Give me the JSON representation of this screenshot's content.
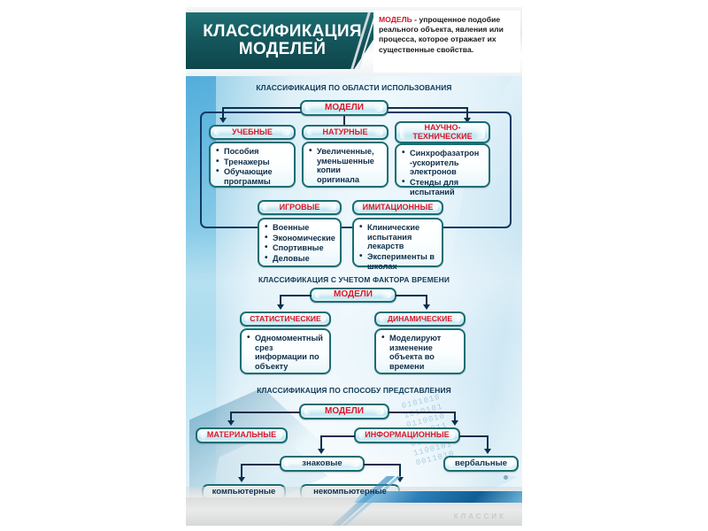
{
  "title": {
    "line1": "КЛАССИФИКАЦИЯ",
    "line2": "МОДЕЛЕЙ"
  },
  "definition": {
    "term": "МОДЕЛЬ",
    "dash": " - ",
    "text": "упрощенное подобие реального объекта, явления или процесса, которое отражает их существенные свойства."
  },
  "colors": {
    "banner": "#14565c",
    "accent_red": "#d7182a",
    "navy": "#103a57",
    "box_border": "#1b6d74",
    "frame_border": "#123a66",
    "connector": "#0d2f4e"
  },
  "sections": [
    {
      "heading": "КЛАССИФИКАЦИЯ ПО ОБЛАСТИ ИСПОЛЬЗОВАНИЯ",
      "root": "МОДЕЛИ",
      "nodes": [
        {
          "title": "УЧЕБНЫЕ",
          "items": [
            "Пособия",
            "Тренажеры",
            "Обучающие программы"
          ]
        },
        {
          "title": "НАТУРНЫЕ",
          "items": [
            "Увеличенные, уменьшенные копии оригинала"
          ]
        },
        {
          "title": "НАУЧНО-",
          "title2": "ТЕХНИЧЕСКИЕ",
          "items": [
            "Синхрофазатрон -ускоритель электронов",
            "Стенды для испытаний"
          ]
        },
        {
          "title": "ИГРОВЫЕ",
          "items": [
            "Военные",
            "Экономические",
            "Спортивные",
            "Деловые"
          ]
        },
        {
          "title": "ИМИТАЦИОННЫЕ",
          "items": [
            "Клинические испытания лекарств",
            "Эксперименты в школах"
          ]
        }
      ]
    },
    {
      "heading": "КЛАССИФИКАЦИЯ С УЧЕТОМ ФАКТОРА ВРЕМЕНИ",
      "root": "МОДЕЛИ",
      "nodes": [
        {
          "title": "СТАТИСТИЧЕСКИЕ",
          "items": [
            "Одномоментный срез информации по объекту"
          ]
        },
        {
          "title": "ДИНАМИЧЕСКИЕ",
          "items": [
            "Моделируют изменение объекта во времени"
          ]
        }
      ]
    },
    {
      "heading": "КЛАССИФИКАЦИЯ ПО СПОСОБУ ПРЕДСТАВЛЕНИЯ",
      "root": "МОДЕЛИ",
      "nodes": [
        {
          "title": "МАТЕРИАЛЬНЫЕ"
        },
        {
          "title": "ИНФОРМАЦИОННЫЕ"
        },
        {
          "title": "знаковые"
        },
        {
          "title": "вербальные"
        },
        {
          "title": "компьютерные"
        },
        {
          "title": "некомпьютерные"
        }
      ]
    }
  ],
  "footer": {
    "watermark": "КЛАССИК"
  },
  "decor": {
    "binary": "0101010\n1010101\n0110010\n1001011\n0101101\n1100101\n0011010"
  }
}
